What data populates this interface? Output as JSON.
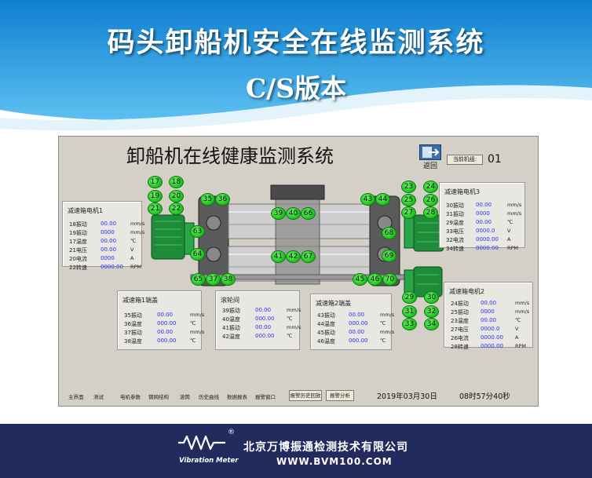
{
  "slide": {
    "title_line1": "码头卸船机安全在线监测系统",
    "title_line2": "C/S版本"
  },
  "app": {
    "title": "卸船机在线健康监测系统",
    "back_label": "返回",
    "current_machine_label": "当前机组:",
    "current_machine_value": "01"
  },
  "points": {
    "p17": "17",
    "p18": "18",
    "p19": "19",
    "p20": "20",
    "p21": "21",
    "p22": "22",
    "p35": "35",
    "p36": "36",
    "p63": "63",
    "p64": "64",
    "p65": "65",
    "p37": "37",
    "p38": "38",
    "p39": "39",
    "p40": "40",
    "p66": "66",
    "p41": "41",
    "p42": "42",
    "p67": "67",
    "p43": "43",
    "p44": "44",
    "p68": "68",
    "p69": "69",
    "p45": "45",
    "p46": "46",
    "p70": "70",
    "p23": "23",
    "p24": "24",
    "p25": "25",
    "p26": "26",
    "p27": "27",
    "p28": "28",
    "p29": "29",
    "p30": "30",
    "p31": "31",
    "p32": "32",
    "p33": "33",
    "p34": "34"
  },
  "panels": {
    "motor1": {
      "title": "减速箱电机1",
      "rows": [
        {
          "label": "18振动",
          "value": "00.00",
          "unit": "mm/s"
        },
        {
          "label": "19振动",
          "value": "0000",
          "unit": "mm/s"
        },
        {
          "label": "17温度",
          "value": "00.00",
          "unit": "℃"
        },
        {
          "label": "21电压",
          "value": "00.00",
          "unit": "V"
        },
        {
          "label": "20电流",
          "value": "0000",
          "unit": "A"
        },
        {
          "label": "22转速",
          "value": "0000.00",
          "unit": "RPM"
        }
      ]
    },
    "motor3": {
      "title": "减速箱电机3",
      "rows": [
        {
          "label": "30振动",
          "value": "00.00",
          "unit": "mm/s"
        },
        {
          "label": "31振动",
          "value": "0000",
          "unit": "mm/s"
        },
        {
          "label": "29温度",
          "value": "00.00",
          "unit": "℃"
        },
        {
          "label": "33电压",
          "value": "0000.0",
          "unit": "V"
        },
        {
          "label": "32电流",
          "value": "0000.00",
          "unit": "A"
        },
        {
          "label": "34转速",
          "value": "0000.00",
          "unit": "RPM"
        }
      ]
    },
    "motor2": {
      "title": "减速箱电机2",
      "rows": [
        {
          "label": "24振动",
          "value": "00.00",
          "unit": "mm/s"
        },
        {
          "label": "25振动",
          "value": "0000",
          "unit": "mm/s"
        },
        {
          "label": "23温度",
          "value": "00.00",
          "unit": "℃"
        },
        {
          "label": "27电压",
          "value": "0000.0",
          "unit": "V"
        },
        {
          "label": "26电流",
          "value": "0000.00",
          "unit": "A"
        },
        {
          "label": "28转速",
          "value": "0000.00",
          "unit": "RPM"
        }
      ]
    },
    "box1": {
      "title": "减速箱1端盖",
      "rows": [
        {
          "label": "35振动",
          "value": "00.00",
          "unit": "mm/s"
        },
        {
          "label": "36温度",
          "value": "000.00",
          "unit": "℃"
        },
        {
          "label": "37振动",
          "value": "00.00",
          "unit": "mm/s"
        },
        {
          "label": "38温度",
          "value": "000.00",
          "unit": "℃"
        }
      ]
    },
    "roller": {
      "title": "滚轮间",
      "rows": [
        {
          "label": "39振动",
          "value": "00.00",
          "unit": "mm/s"
        },
        {
          "label": "40温度",
          "value": "000.00",
          "unit": "℃"
        },
        {
          "label": "41振动",
          "value": "00.00",
          "unit": "mm/s"
        },
        {
          "label": "42温度",
          "value": "000.00",
          "unit": "℃"
        }
      ]
    },
    "box2": {
      "title": "减速箱2端盖",
      "rows": [
        {
          "label": "43振动",
          "value": "00.00",
          "unit": "mm/s"
        },
        {
          "label": "44温度",
          "value": "000.00",
          "unit": "℃"
        },
        {
          "label": "45振动",
          "value": "00.00",
          "unit": "mm/s"
        },
        {
          "label": "46温度",
          "value": "000.00",
          "unit": "℃"
        }
      ]
    }
  },
  "menu": {
    "items": [
      "主界面",
      "测试",
      "电机参数",
      "钢网结构",
      "滚筒",
      "历史曲线",
      "数据报表",
      "报警窗口"
    ],
    "btn_left": "报警历史回放",
    "btn_right": "报警分析",
    "date": "2019年03月30日",
    "time": "08时57分40秒"
  },
  "footer": {
    "logo_text": "Vibration Meter",
    "registered_mark": "®",
    "company": "北京万博振通检测技术有限公司",
    "website": "WWW.BVM100.COM"
  },
  "colors": {
    "badge_green": "#19c019",
    "value_blue": "#2c2cff",
    "footer_navy": "#222a5e",
    "header_sky": "#1f8fd6"
  }
}
